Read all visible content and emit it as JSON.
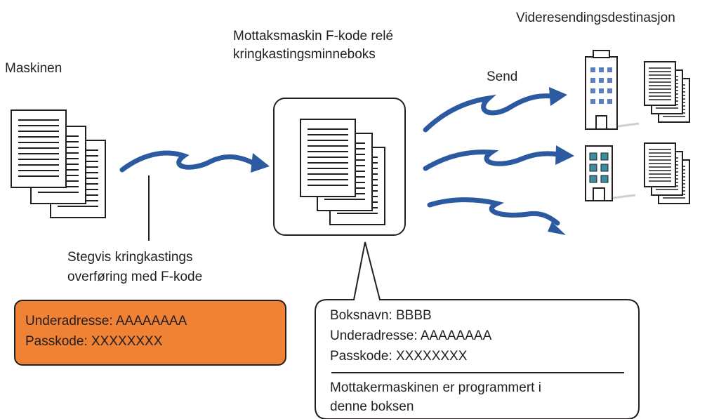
{
  "labels": {
    "sender": "Maskinen",
    "relay_title_line1": "Mottaksmaskin F-kode relé",
    "relay_title_line2": "kringkastingsminneboks",
    "send": "Send",
    "destination": "Videresendingsdestinasjon",
    "transfer_line1": "Stegvis kringkastings",
    "transfer_line2": "overføring med F-kode"
  },
  "sender_settings": {
    "subaddress": "Underadresse: AAAAAAAA",
    "passcode": "Passkode: XXXXXXXX"
  },
  "box_settings": {
    "box_name": "Boksnavn: BBBB",
    "subaddress": "Underadresse: AAAAAAAA",
    "passcode": "Passkode: XXXXXXXX",
    "note_line1": "Mottakermaskinen er programmert i",
    "note_line2": "denne boksen"
  },
  "colors": {
    "arrow": "#2c5aa0",
    "highlight_box": "#f08235",
    "building_window": "#5b7fbf",
    "building_window_alt": "#3a8ea0",
    "ink": "#231f20"
  },
  "icons": [
    "document-stack-icon",
    "relay-memory-box-icon",
    "office-building-icon",
    "small-building-icon",
    "fax-arrow-icon"
  ]
}
